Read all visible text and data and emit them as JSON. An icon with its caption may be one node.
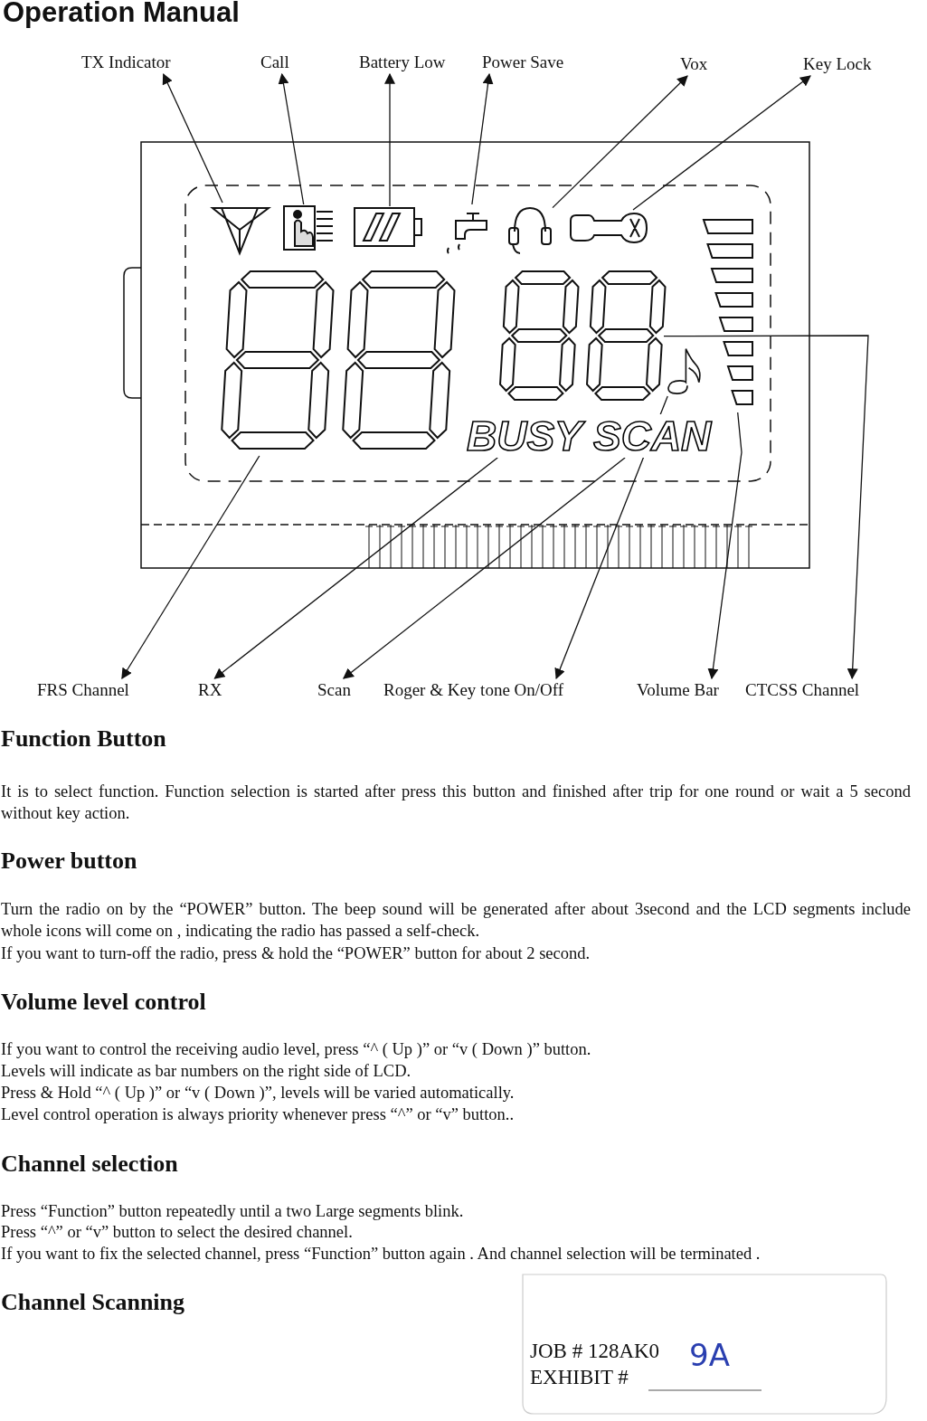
{
  "diagram": {
    "title": "Operation Manual",
    "nodes": [
      {
        "text": [
          "TX Indicator"
        ]
      },
      {
        "text": [
          "Call"
        ]
      },
      {
        "text": [
          "Battery Low"
        ]
      },
      {
        "text": [
          "Power Save"
        ]
      },
      {
        "text": [
          "Vox"
        ]
      },
      {
        "text": [
          "Key Lock"
        ]
      },
      {
        "text": [],
        "shape": "picture"
      },
      {
        "text": [],
        "shape": "picture"
      },
      {
        "text": [],
        "shape": "picture"
      },
      {
        "text": [],
        "shape": "picture"
      },
      {
        "text": [],
        "shape": "picture"
      },
      {
        "text": [],
        "shape": "picture"
      },
      {
        "text": [],
        "shape": "picture"
      },
      {
        "text": [],
        "shape": "picture"
      },
      {
        "text": [
          "BUSY"
        ]
      },
      {
        "text": [
          "SCAN"
        ]
      },
      {
        "text": [],
        "shape": "picture"
      },
      {
        "text": [],
        "shape": "picture"
      },
      {
        "text": [
          "FRS Channel"
        ]
      },
      {
        "text": [
          "RX"
        ]
      },
      {
        "text": [
          "Scan"
        ]
      },
      {
        "text": [
          "Roger & Key tone On/Off"
        ]
      },
      {
        "text": [
          "Volume Bar"
        ]
      },
      {
        "text": [
          "CTCSS Channel"
        ]
      }
    ],
    "edges": [
      {
        "from": 6,
        "to": 0,
        "arrow": "to"
      },
      {
        "from": 7,
        "to": 1,
        "arrow": "to"
      },
      {
        "from": 8,
        "to": 2,
        "arrow": "to"
      },
      {
        "from": 9,
        "to": 3,
        "arrow": "to"
      },
      {
        "from": 10,
        "to": 4,
        "arrow": "to"
      },
      {
        "from": 11,
        "to": 5,
        "arrow": "to"
      },
      {
        "from": 12,
        "to": 18,
        "arrow": "to"
      },
      {
        "from": 14,
        "to": 19,
        "arrow": "to"
      },
      {
        "from": 15,
        "to": 20,
        "arrow": "to"
      },
      {
        "from": 16,
        "to": 21,
        "arrow": "to"
      },
      {
        "from": 17,
        "to": 22,
        "arrow": "to"
      },
      {
        "from": 13,
        "to": 23,
        "arrow": "to"
      }
    ],
    "labels": [
      "Function Button",
      "It is to select function. Function selection is started after press this button and finished after trip for one round or wait a 5 second without key action.",
      "Power button",
      "Turn the radio on by the “POWER” button. The beep sound will be generated after about 3second and the LCD segments include whole icons will come on , indicating the radio has passed a self-check.",
      "If you want to turn-off the radio, press & hold the “POWER” button for about 2 second.",
      "Volume level control",
      "If you want to control the receiving audio level, press “^ ( Up )” or “v ( Down )” button.",
      "Levels will indicate as bar numbers on the right side of LCD.",
      "Press & Hold “^ ( Up )” or “v ( Down )”, levels will be varied automatically.",
      "Level control operation is always priority whenever press “^” or “v” button..",
      "Channel selection",
      "Press “Function” button repeatedly until a two Large segments blink.",
      "Press “^” or “v” button to select the desired channel.",
      "If you want to fix the selected channel, press “Function” button again . And channel selection will be terminated .",
      "Channel Scanning",
      "JOB # 128AK0",
      "EXHIBIT #",
      "9A"
    ]
  }
}
